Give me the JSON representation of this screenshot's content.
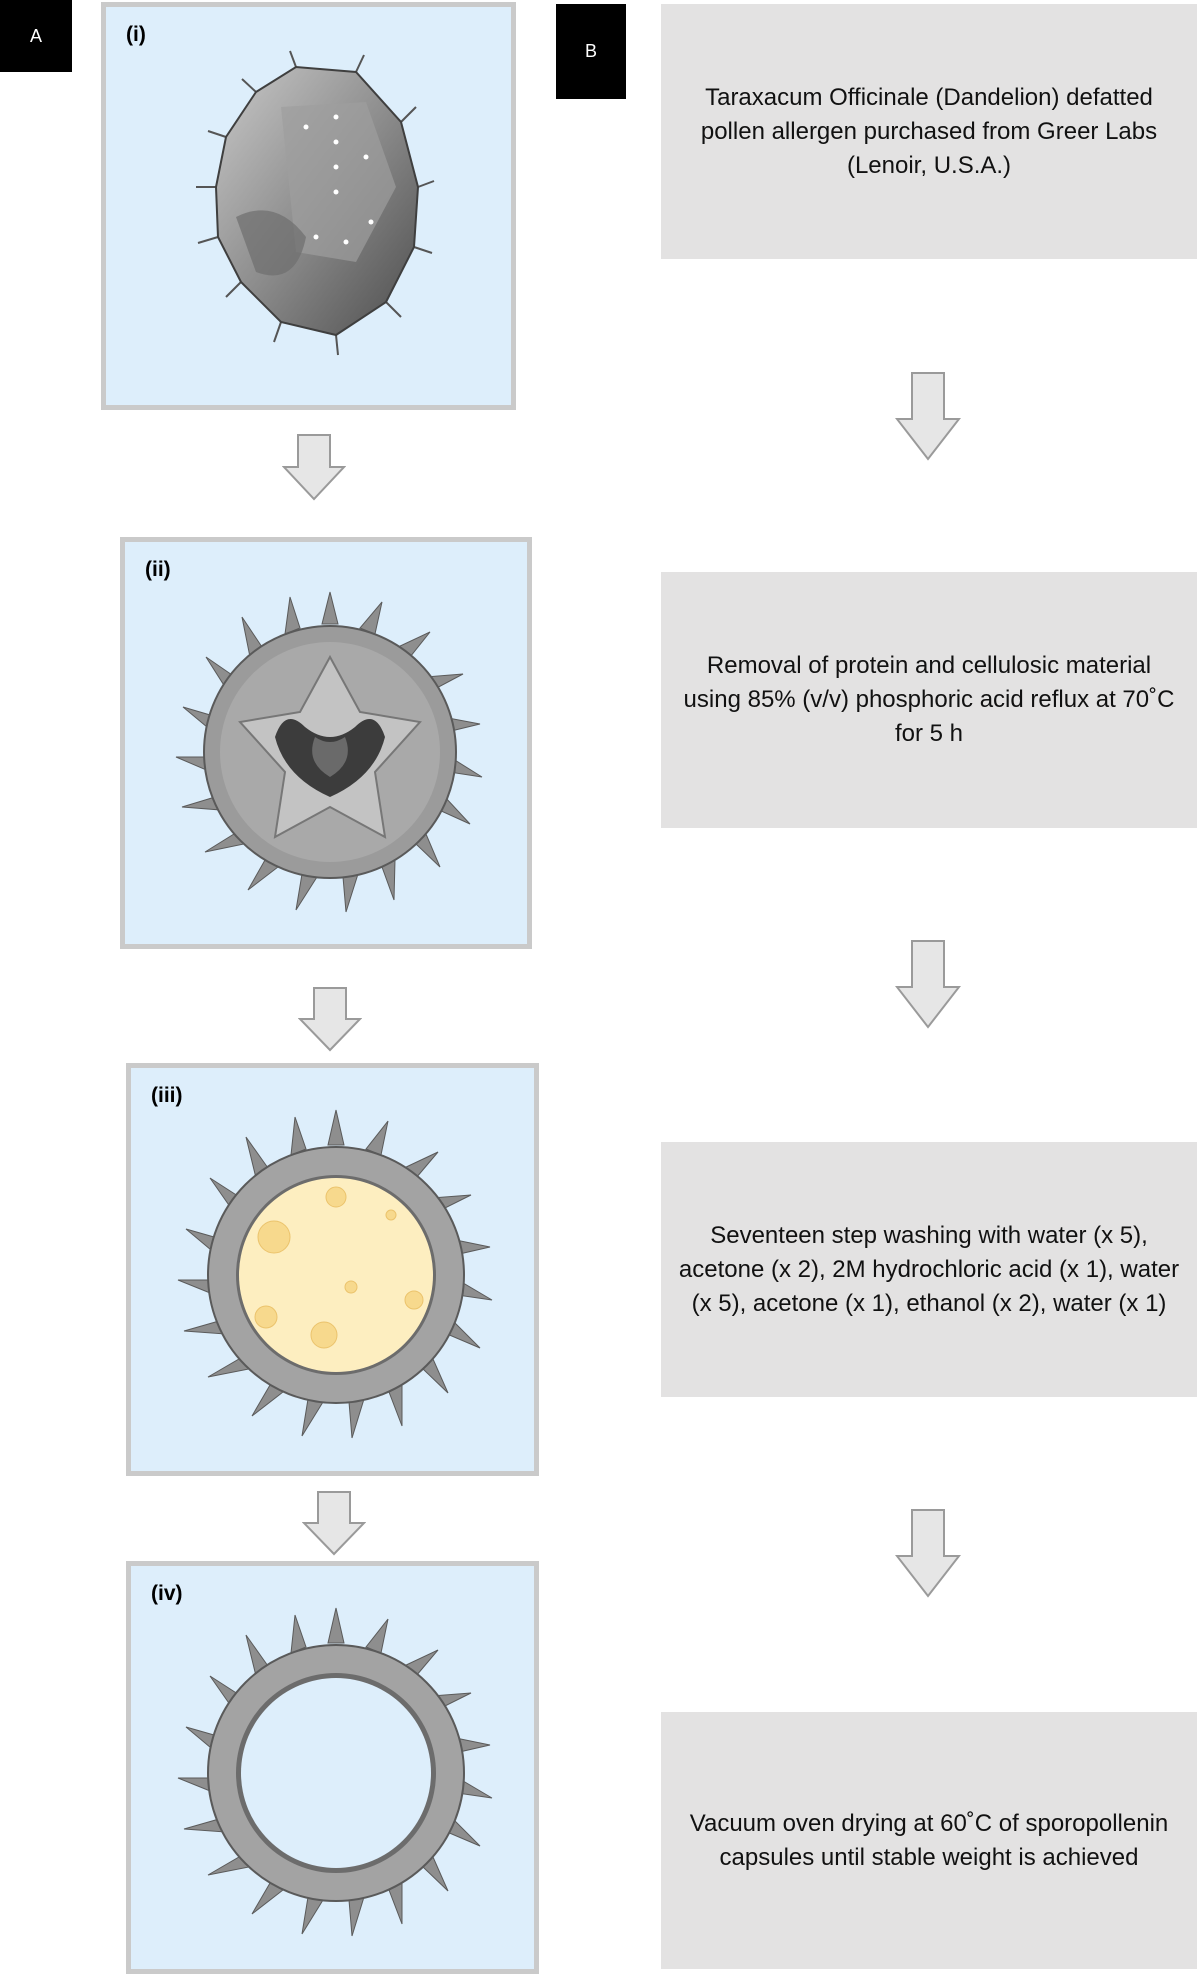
{
  "panel_tags": {
    "a": "A",
    "b": "B"
  },
  "panels": [
    {
      "label": "(i)"
    },
    {
      "label": "(ii)"
    },
    {
      "label": "(iii)"
    },
    {
      "label": "(iv)"
    }
  ],
  "steps": [
    {
      "text": "Taraxacum Officinale (Dandelion) defatted pollen allergen purchased from Greer Labs (Lenoir, U.S.A.)"
    },
    {
      "text": "Removal of protein and cellulosic material using 85% (v/v) phosphoric acid reflux at 70˚C for 5 h"
    },
    {
      "text": "Seventeen step washing with water (x 5), acetone (x 2), 2M hydrochloric acid (x 1), water (x 5), acetone (x 1), ethanol (x 2), water (x 1)"
    },
    {
      "text": "Vacuum oven drying at 60˚C of sporopollenin capsules until stable weight is achieved"
    }
  ],
  "colors": {
    "panel_background": "#ddeefb",
    "panel_border": "#cacaca",
    "step_box": "#e3e2e2",
    "arrow_fill": "#e6e6e6",
    "arrow_stroke": "#9a9a9a",
    "pollen_gray": "#8f8f8f",
    "cytoplasm_fill": "#fdeec0"
  }
}
